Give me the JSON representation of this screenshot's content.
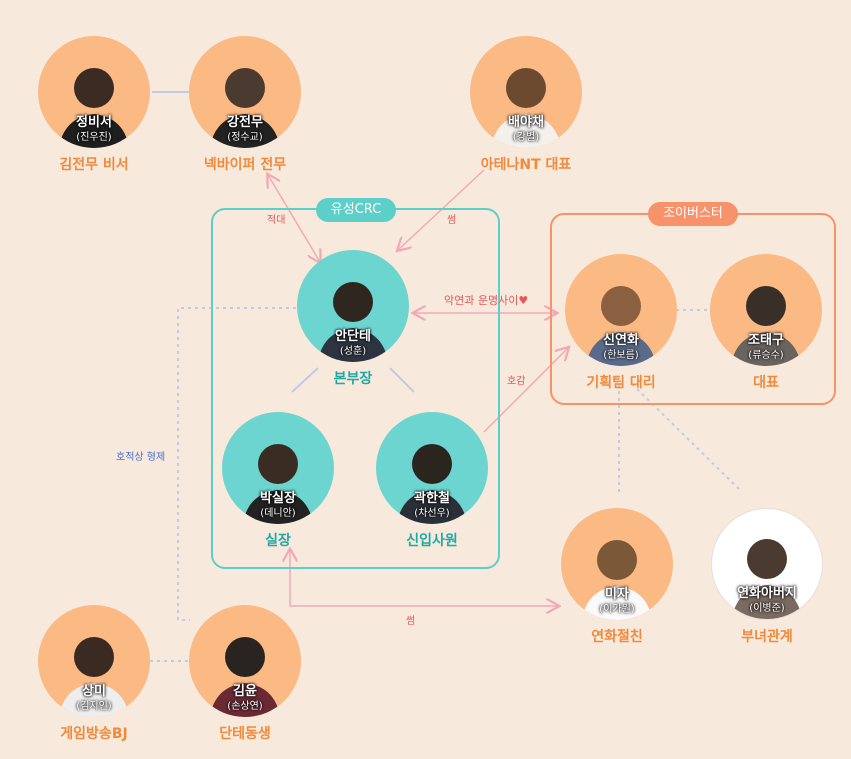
{
  "groups": {
    "crc": {
      "label": "유성CRC",
      "color": "#5ccfc9"
    },
    "joy": {
      "label": "조이버스터",
      "color": "#f7926a"
    }
  },
  "people": {
    "jung": {
      "name": "정비서",
      "actor": "(진우진)",
      "role": "김전무 비서",
      "theme": "orange"
    },
    "kang": {
      "name": "강전무",
      "actor": "(정수교)",
      "role": "넥바이퍼 전무",
      "theme": "orange"
    },
    "bae": {
      "name": "배야채",
      "actor": "(강별)",
      "role": "아테나NT 대표",
      "theme": "orange"
    },
    "ahn": {
      "name": "안단테",
      "actor": "(성훈)",
      "role": "본부장",
      "theme": "teal"
    },
    "park": {
      "name": "박실장",
      "actor": "(데니안)",
      "role": "실장",
      "theme": "teal"
    },
    "kwak": {
      "name": "곽한철",
      "actor": "(차선우)",
      "role": "신입사원",
      "theme": "teal"
    },
    "shin": {
      "name": "신연화",
      "actor": "(한보름)",
      "role": "기획팀 대리",
      "theme": "orange"
    },
    "cho": {
      "name": "조태구",
      "actor": "(류승수)",
      "role": "대표",
      "theme": "orange"
    },
    "mija": {
      "name": "미자",
      "actor": "(이가원)",
      "role": "연화절친",
      "theme": "orange"
    },
    "father": {
      "name": "연화아버지",
      "actor": "(이병준)",
      "role": "부녀관계",
      "theme": "orange"
    },
    "sangmi": {
      "name": "상미",
      "actor": "(김지인)",
      "role": "게임방송BJ",
      "theme": "orange"
    },
    "kimyoon": {
      "name": "김윤",
      "actor": "(손상연)",
      "role": "단테동생",
      "theme": "orange"
    }
  },
  "relations": {
    "rival": "적대",
    "some_bae": "썸",
    "bad_fate": "악연과 운명사이♥",
    "crush": "호감",
    "brothers": "호적상 형제",
    "some_mija": "썸"
  },
  "colors": {
    "accent_orange": "#f08a3c",
    "accent_teal": "#1fa9a3",
    "line_pink": "#f2a9b6",
    "line_blue": "#c4c9e6",
    "label_red": "#e8585a",
    "label_blue": "#4a6fd1"
  },
  "icons": {
    "arrow": "arrowhead-icon",
    "person": "person-silhouette-icon"
  }
}
